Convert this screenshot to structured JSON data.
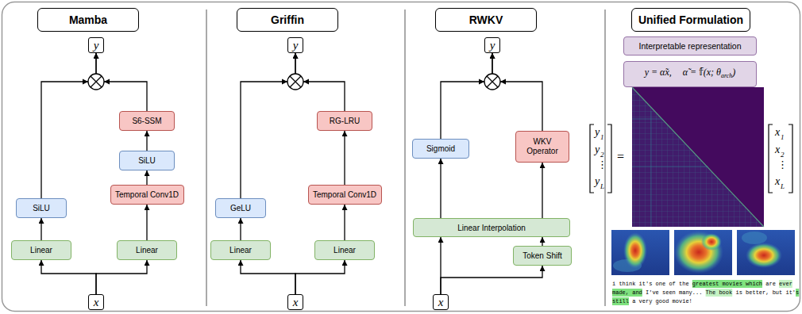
{
  "diagram": {
    "nodes": [
      {
        "text": [
          "Mamba"
        ]
      },
      {
        "text": [
          "y"
        ]
      },
      {
        "text": [
          "S6-SSM"
        ]
      },
      {
        "text": [
          "SiLU"
        ]
      },
      {
        "text": [
          "Temporal Conv1D"
        ]
      },
      {
        "text": [
          "SiLU"
        ]
      },
      {
        "text": [
          "Linear"
        ]
      },
      {
        "text": [
          "Linear"
        ]
      },
      {
        "text": [
          "x"
        ]
      },
      {
        "text": [
          "Griffin"
        ]
      },
      {
        "text": [
          "y"
        ]
      },
      {
        "text": [
          "RG-LRU"
        ]
      },
      {
        "text": [
          "Temporal Conv1D"
        ]
      },
      {
        "text": [
          "GeLU"
        ]
      },
      {
        "text": [
          "Linear"
        ]
      },
      {
        "text": [
          "Linear"
        ]
      },
      {
        "text": [
          "x"
        ]
      },
      {
        "text": [
          "RWKV"
        ]
      },
      {
        "text": [
          "y"
        ]
      },
      {
        "text": [
          "WKV Operator"
        ]
      },
      {
        "text": [
          "Sigmoid"
        ]
      },
      {
        "text": [
          "Linear Interpolation"
        ]
      },
      {
        "text": [
          "Token Shift"
        ]
      },
      {
        "text": [
          "x"
        ]
      },
      {
        "text": [
          "Unified Formulation"
        ]
      },
      {
        "text": [
          "Interpretable representation"
        ]
      },
      {
        "text": [
          "y = α̃x,",
          "α̃ = 𝕗(x; θ",
          "arch",
          ")"
        ]
      }
    ],
    "edges": [
      {
        "from": 8,
        "to": 6,
        "arrow": "to"
      },
      {
        "from": 8,
        "to": 7,
        "arrow": "to"
      },
      {
        "from": 6,
        "to": 5,
        "arrow": "to"
      },
      {
        "from": 7,
        "to": 4,
        "arrow": "to"
      },
      {
        "from": 4,
        "to": 3,
        "arrow": "to"
      },
      {
        "from": 3,
        "to": 2,
        "arrow": "to"
      },
      {
        "from": 2,
        "to": 1,
        "arrow": "to"
      },
      {
        "from": 5,
        "to": 1,
        "arrow": "to"
      },
      {
        "from": 16,
        "to": 14,
        "arrow": "to"
      },
      {
        "from": 16,
        "to": 15,
        "arrow": "to"
      },
      {
        "from": 14,
        "to": 13,
        "arrow": "to"
      },
      {
        "from": 15,
        "to": 12,
        "arrow": "to"
      },
      {
        "from": 12,
        "to": 11,
        "arrow": "to"
      },
      {
        "from": 11,
        "to": 10,
        "arrow": "to"
      },
      {
        "from": 13,
        "to": 10,
        "arrow": "to"
      },
      {
        "from": 23,
        "to": 21,
        "arrow": "to"
      },
      {
        "from": 23,
        "to": 22,
        "arrow": "to"
      },
      {
        "from": 22,
        "to": 21,
        "arrow": "to"
      },
      {
        "from": 21,
        "to": 20,
        "arrow": "to"
      },
      {
        "from": 21,
        "to": 19,
        "arrow": "to"
      },
      {
        "from": 20,
        "to": 18,
        "arrow": "to"
      },
      {
        "from": 19,
        "to": 18,
        "arrow": "to"
      }
    ],
    "labels": [
      "y",
      "1",
      "y",
      "2",
      "⋮",
      "y",
      "L",
      "=",
      "x",
      "1",
      "x",
      "2",
      "⋮",
      "x",
      "L",
      "i think it's one of the greatest movies which are ever made, and I've seen many... The book is better, but it's still a very good movie!"
    ]
  }
}
